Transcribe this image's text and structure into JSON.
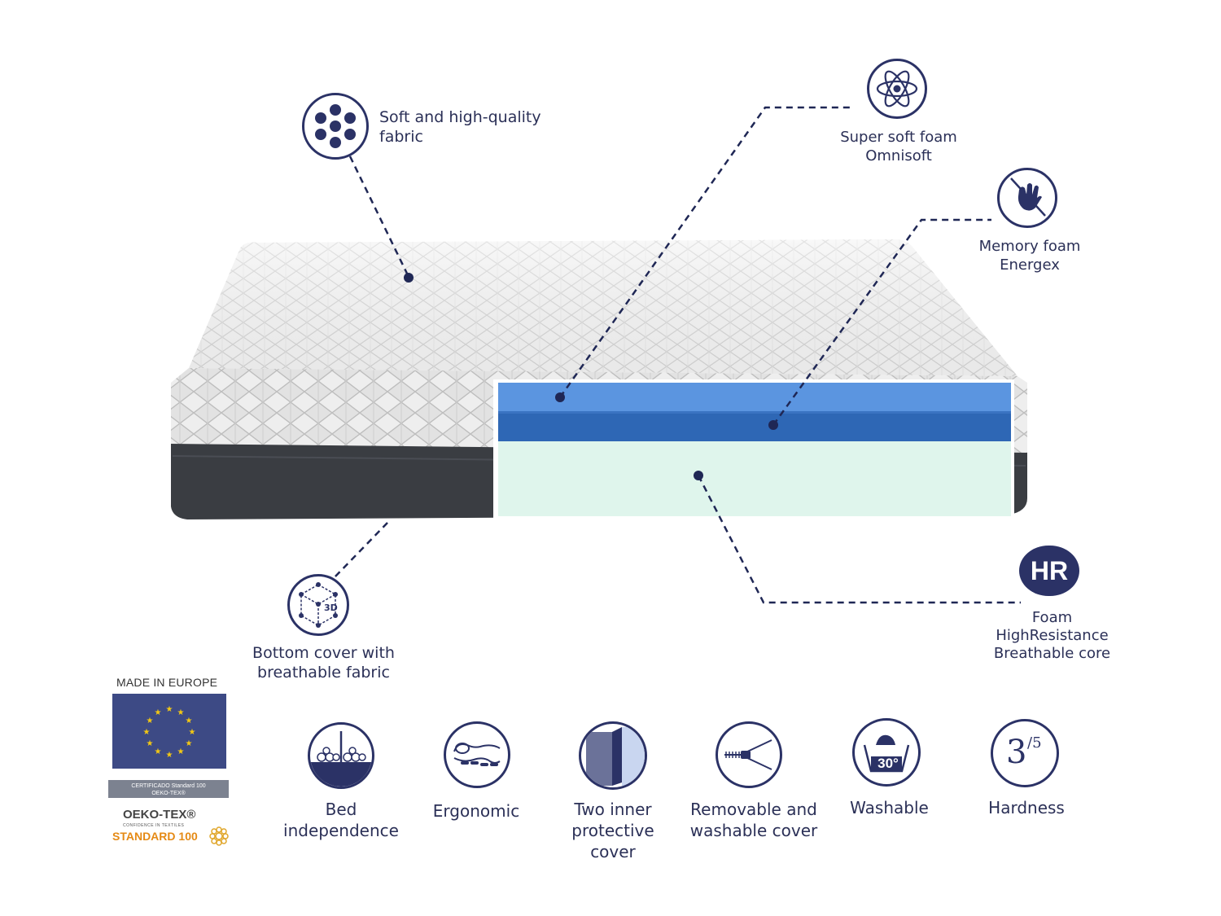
{
  "callouts": {
    "fabric": {
      "line1": "Soft and high-quality",
      "line2": "fabric",
      "icon": "dots-fabric-icon"
    },
    "super_soft": {
      "line1": "Super soft foam",
      "line2": "Omnisoft",
      "icon": "atom-icon"
    },
    "memory": {
      "line1": "Memory foam",
      "line2": "Energex",
      "icon": "hand-print-icon"
    },
    "bottom": {
      "line1": "Bottom cover with",
      "line2": "breathable fabric",
      "icon": "3d-mesh-icon"
    },
    "hr": {
      "badge": "HR",
      "line1": "Foam",
      "line2": "HighResistance",
      "line3": "Breathable core"
    }
  },
  "certification": {
    "made_in": "MADE IN EUROPE",
    "cert_line1": "CERTIFICADO Standard 100",
    "cert_line2": "OEKO-TEX®",
    "oeko_title": "OEKO-TEX®",
    "oeko_tagline": "CONFIDENCE IN TEXTILES",
    "oeko_standard": "STANDARD 100"
  },
  "features": [
    {
      "line1": "Bed",
      "line2": "independence",
      "icon": "bed-independence-icon"
    },
    {
      "line1": "Ergonomic",
      "icon": "ergonomic-icon"
    },
    {
      "line1": "Two inner",
      "line2": "protective",
      "line3": "cover",
      "icon": "inner-cover-icon"
    },
    {
      "line1": "Removable and",
      "line2": "washable cover",
      "icon": "zipper-icon"
    },
    {
      "line1": "Washable",
      "icon": "wash-30-icon",
      "wash_temp": "30°"
    },
    {
      "line1": "Hardness",
      "icon": "hardness-icon",
      "hardness_value": "3",
      "hardness_max": "/5"
    }
  ],
  "colors": {
    "navy": "#2b3266",
    "foam_light_blue": "#5b95e0",
    "foam_dark_blue": "#2e67b5",
    "foam_core": "#dff5ec",
    "mattress_base": "#3a3d42"
  }
}
